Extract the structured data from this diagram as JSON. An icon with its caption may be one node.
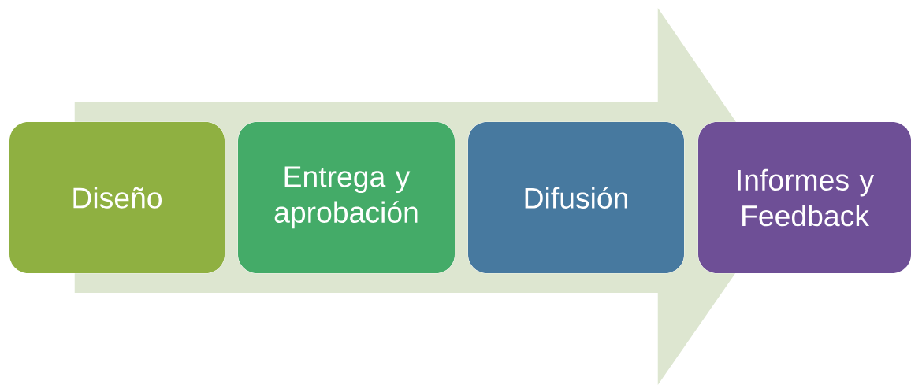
{
  "diagram": {
    "nodes": [
      {
        "text": [
          "Diseño"
        ]
      },
      {
        "text": [
          "Entrega y aprobación"
        ]
      },
      {
        "text": [
          "Difusión"
        ]
      },
      {
        "text": [
          "Informes y Feedback"
        ]
      }
    ],
    "edges": [
      {
        "from": 0,
        "to": 3,
        "arrow": "to"
      }
    ]
  }
}
